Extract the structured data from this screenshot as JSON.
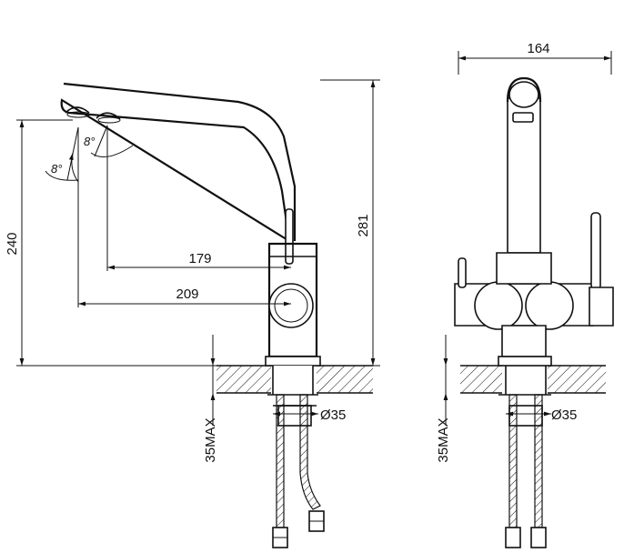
{
  "dimensions": {
    "width_side": "164",
    "height_total": "281",
    "height_spout": "240",
    "reach_inner": "179",
    "reach_outer": "209",
    "diameter_left": "Ø35",
    "diameter_right": "Ø35",
    "max_thickness_left": "35MAX",
    "max_thickness_right": "35MAX",
    "angle_upper": "8°",
    "angle_lower": "8°"
  }
}
